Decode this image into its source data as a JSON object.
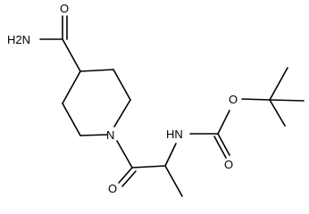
{
  "molecule": {
    "atoms": {
      "amide_nh2": "H2N",
      "amide_o": "O",
      "ring_n": "N",
      "ketone_o": "O",
      "carbamate_nh": "HN",
      "ester_o": "O",
      "carbonyl_o": "O"
    }
  },
  "colors": {
    "background": "#ffffff",
    "ink": "#000000"
  }
}
